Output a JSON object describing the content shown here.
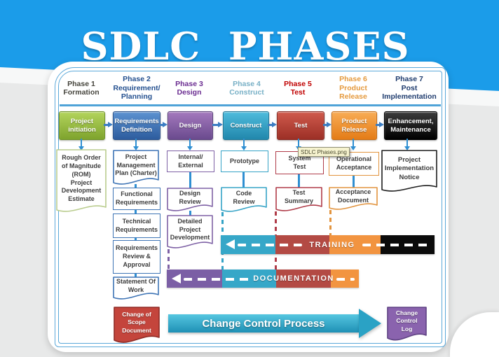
{
  "title": "SDLC  PHASES",
  "tooltip": "SDLC Phases.png",
  "phases": [
    {
      "header": "Phase 1\nFormation",
      "box": "Project\ninitiation"
    },
    {
      "header": "Phase 2\nRequirement/\nPlanning",
      "box": "Requirements\nDefinition"
    },
    {
      "header": "Phase 3\nDesign",
      "box": "Design"
    },
    {
      "header": "Phase 4\nConstruct",
      "box": "Construct"
    },
    {
      "header": "Phase 5\nTest",
      "box": "Test"
    },
    {
      "header": "Phase 6\nProduct\nRelease",
      "box": "Product\nRelease"
    },
    {
      "header": "Phase 7\nPost\nImplementation",
      "box": "Enhancement,\nMaintenance"
    }
  ],
  "documents": {
    "phase1": [
      "Rough Order\nof Magnitude\n(ROM)\nProject\nDevelopment\nEstimate"
    ],
    "phase2": [
      "Project\nManagement\nPlan (Charter)",
      "Functional\nRequirements",
      "Technical\nRequirements",
      "Requirements\nReview &\nApproval",
      "Statement Of\nWork"
    ],
    "phase3": [
      "Internal/\nExternal",
      "Design\nReview",
      "Detailed\nProject\nDevelopment"
    ],
    "phase4": [
      "Prototype",
      "Code\nReview"
    ],
    "phase5": [
      "System\nTest",
      "Test\nSummary"
    ],
    "phase6": [
      "Operational\nAcceptance",
      "Acceptance\nDocument"
    ],
    "phase7": [
      "Project\nImplementation\nNotice"
    ]
  },
  "bands": {
    "training": "TRAINING",
    "documentation": "DOCUMENTATION"
  },
  "change_control": {
    "scope_doc": "Change of\nScope\nDocument",
    "process_arrow": "Change Control Process",
    "log_doc": "Change\nControl\nLog"
  },
  "palette": {
    "background_blue": "#1b9ce9",
    "panel_border_blue": "#5ba8d9",
    "connector_blue": "#2f8fd2",
    "phase_formation_green": "#8fb433",
    "phase_requirement_blue": "#2d5c9e",
    "phase_design_purple": "#6a4a8e",
    "phase_construct_cyan": "#2187ac",
    "phase_test_red": "#9c2f26",
    "phase_release_orange": "#e47c17",
    "phase_post_black": "#000000",
    "band_cyan": "#36a7c8",
    "band_red": "#b34a44",
    "band_orange": "#f29440",
    "band_black": "#0b0b0b",
    "band_purple": "#7b5fa5"
  }
}
